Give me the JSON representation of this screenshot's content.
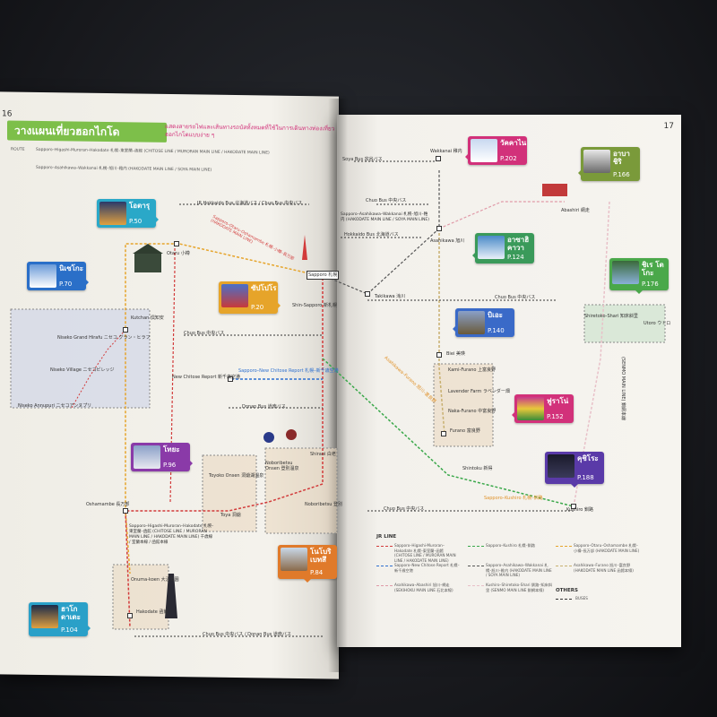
{
  "page": {
    "left_number": "16",
    "right_number": "17",
    "header_title": "วางแผนเที่ยวฮอกไกโด",
    "header_subtitle": "แสดงสายรถไฟและเส้นทางรถบัสทั้งหมดที่ใช้ในการเดินทางท่องเที่ยวฮอกไกโดแบบง่าย ๆ",
    "route_note_label": "ROUTE",
    "route_notes": [
      "Sapporo–Higashi-Muroran–Hakodate 札幌–東室蘭–函館 (CHITOSE LINE / MURORAN MAIN LINE / HAKODATE MAIN LINE)",
      "Sapporo–Asahikawa–Wakkanai 札幌–旭川–稚内 (HAKODATE MAIN LINE / SOYA MAIN LINE)"
    ]
  },
  "stations": {
    "wakkanai": "Wakkanai 稚内",
    "abashiri": "Abashiri 網走",
    "asahikawa": "Asahikawa 旭川",
    "otaru": "Otaru 小樽",
    "sapporo": "Sapporo 札幌",
    "takikawa": "Takikawa 滝川",
    "kutchan": "Kutchan 倶知安",
    "niseko_hirafu": "Niseko Grand Hirafu ニセコ グラン・ヒラフ",
    "niseko_village": "Niseko Village ニセコビレッジ",
    "niseko_annupuri": "Niseko Annupuri ニセコアンヌプリ",
    "new_chitose": "New Chitose Report 新千歳空港",
    "shin_sapporo": "Shin-Sapporo 新札幌",
    "biei": "Biei 美瑛",
    "kami_furano": "Kami-Furano 上富良野",
    "lavender_farm": "Lavender Farm ラベンダー畑",
    "naka_furano": "Naka-Furano 中富良野",
    "furano": "Furano 富良野",
    "shintoku": "Shintoku 新得",
    "shiretoko_shari": "Shiretoko-Shari 知床斜里",
    "utoro": "Utoro ウトロ",
    "kushiro": "Kushiro 釧路",
    "toyako_onsen": "Toyoko Onsen 洞爺湖温泉",
    "toya": "Toya 洞爺",
    "noboribetsu_onsen": "Noboribetsu Onsen 登別温泉",
    "noboribetsu": "Noboribetsu 登別",
    "shiraoi": "Shiraoi 白老",
    "oshamambe": "Oshamambe 長万部",
    "onuma_koen": "Onuma-koen 大沼公園",
    "hakodate": "Hakodate 函館"
  },
  "route_labels": {
    "soya_bus": "Soya Bus 宗谷バス",
    "chuo_bus_top": "Chuo Bus 中央バス",
    "jr_hokkaido_bus": "JR Hokkaido Bus 北海道バス / Chuo Bus 中央バス",
    "hokkaido_bus": "Hokkaido Bus 北海道バス",
    "wakkanai_line": "Sapporo–Asahikawa–Wakkanai 札幌–旭川–稚内 (HAKODATE MAIN LINE / SOYA MAIN LINE)",
    "otaru_line": "Sapporo–Otaru–Oshamambe 札幌–小樽–長万部 (HAKODATE MAIN LINE)",
    "chuo_bus_mid": "Chuo Bus 中央バス",
    "chuo_bus_east": "Chuo Bus 中央バス",
    "new_chitose_line": "Sapporo–New Chitose Report 札幌–新千歳空港",
    "donan_bus": "Donan Bus 道南バス",
    "furano_line": "Asahikawa–Furano 旭川–富良野",
    "muroran_line": "Sapporo–Higashi-Muroran–Hakodate 札幌–東室蘭–函館 (CHITOSE LINE / MURORAN MAIN LINE / HAKODATE MAIN LINE) 千歳線 / 室蘭本線 / 函館本線",
    "kushiro_line": "Sapporo–Kushiro 札幌–釧路",
    "chuo_bus_bottom": "Chuo Bus 中央バス",
    "chuo_donan_bus": "Chuo Bus 中央バス / Donan Bus 道南バス",
    "senmo_line": "(SENMO MAIN LINE) 釧網本線"
  },
  "bubbles": [
    {
      "id": "otaru",
      "name": "โอตารุ",
      "page": "P.50",
      "color": "#2aa8c8"
    },
    {
      "id": "niseko",
      "name": "นิเซโกะ",
      "page": "P.70",
      "color": "#2a6fc8"
    },
    {
      "id": "sapporo",
      "name": "ซัปโปโร",
      "page": "P.20",
      "color": "#e6a42a"
    },
    {
      "id": "toya",
      "name": "โทยะ",
      "page": "P.96",
      "color": "#8a3aa8"
    },
    {
      "id": "noboribetsu",
      "name": "โนโบริ เบทสึ",
      "page": "P.84",
      "color": "#e07a2a"
    },
    {
      "id": "hakodate",
      "name": "ฮาโก ดาเตะ",
      "page": "P.104",
      "color": "#2aa0c8"
    },
    {
      "id": "wakkanai",
      "name": "วัคคาไน",
      "page": "P.202",
      "color": "#d2317a"
    },
    {
      "id": "abashiri",
      "name": "อาบา ชิริ",
      "page": "P.166",
      "color": "#7a9a3a"
    },
    {
      "id": "asahikawa",
      "name": "อาซาฮิ คาวา",
      "page": "P.124",
      "color": "#3a9a5a"
    },
    {
      "id": "shiretoko",
      "name": "ชิเร โตโกะ",
      "page": "P.176",
      "color": "#4aa84a"
    },
    {
      "id": "biei",
      "name": "บิเอะ",
      "page": "P.140",
      "color": "#3a6ac8"
    },
    {
      "id": "furano",
      "name": "ฟูราโน่",
      "page": "P.152",
      "color": "#d2317a"
    },
    {
      "id": "kushiro",
      "name": "คุชิโระ",
      "page": "P.188",
      "color": "#5a3aa8"
    }
  ],
  "legend": {
    "title": "JR LINE",
    "items": [
      {
        "text": "Sapporo–Higashi-Muroran–Hakodate 札幌–東室蘭–函館 (CHITOSE LINE / MURORAN MAIN LINE / HAKODATE MAIN LINE)",
        "color": "#d23b3b"
      },
      {
        "text": "Sapporo–Kushiro 札幌–釧路",
        "color": "#3aa84a"
      },
      {
        "text": "Sapporo–Otaru–Oshamambe 札幌–小樽–長万部 (HAKODATE MAIN LINE)",
        "color": "#e6a42a"
      },
      {
        "text": "Sapporo–New Chitose Report 札幌–新千歳空港",
        "color": "#2d6fcf"
      },
      {
        "text": "Sapporo–Asahikawa–Wakkanai 札幌–旭川–稚内 (HAKODATE MAIN LINE / SOYA MAIN LINE)",
        "color": "#555555"
      },
      {
        "text": "Asahikawa–Furano 旭川–富良野 (HAKODATE MAIN LINE 函館本線)",
        "color": "#c8b070"
      },
      {
        "text": "Asahikawa–Abashiri 旭川–網走 (SEKIHOKU MAIN LINE 石北本線)",
        "color": "#e09aa8"
      },
      {
        "text": "Kushiro–Shiretoko-Shari 釧路–知床斜里 (SENMO MAIN LINE 釧網本線)",
        "color": "#e8c0c8"
      }
    ],
    "others_title": "OTHERS",
    "others_bus": "BUSES"
  },
  "colors": {
    "red": "#d23b3b",
    "orange": "#e6a42a",
    "blue": "#2d6fcf",
    "green": "#3aa84a",
    "grey": "#555555",
    "tan": "#c8b070"
  }
}
